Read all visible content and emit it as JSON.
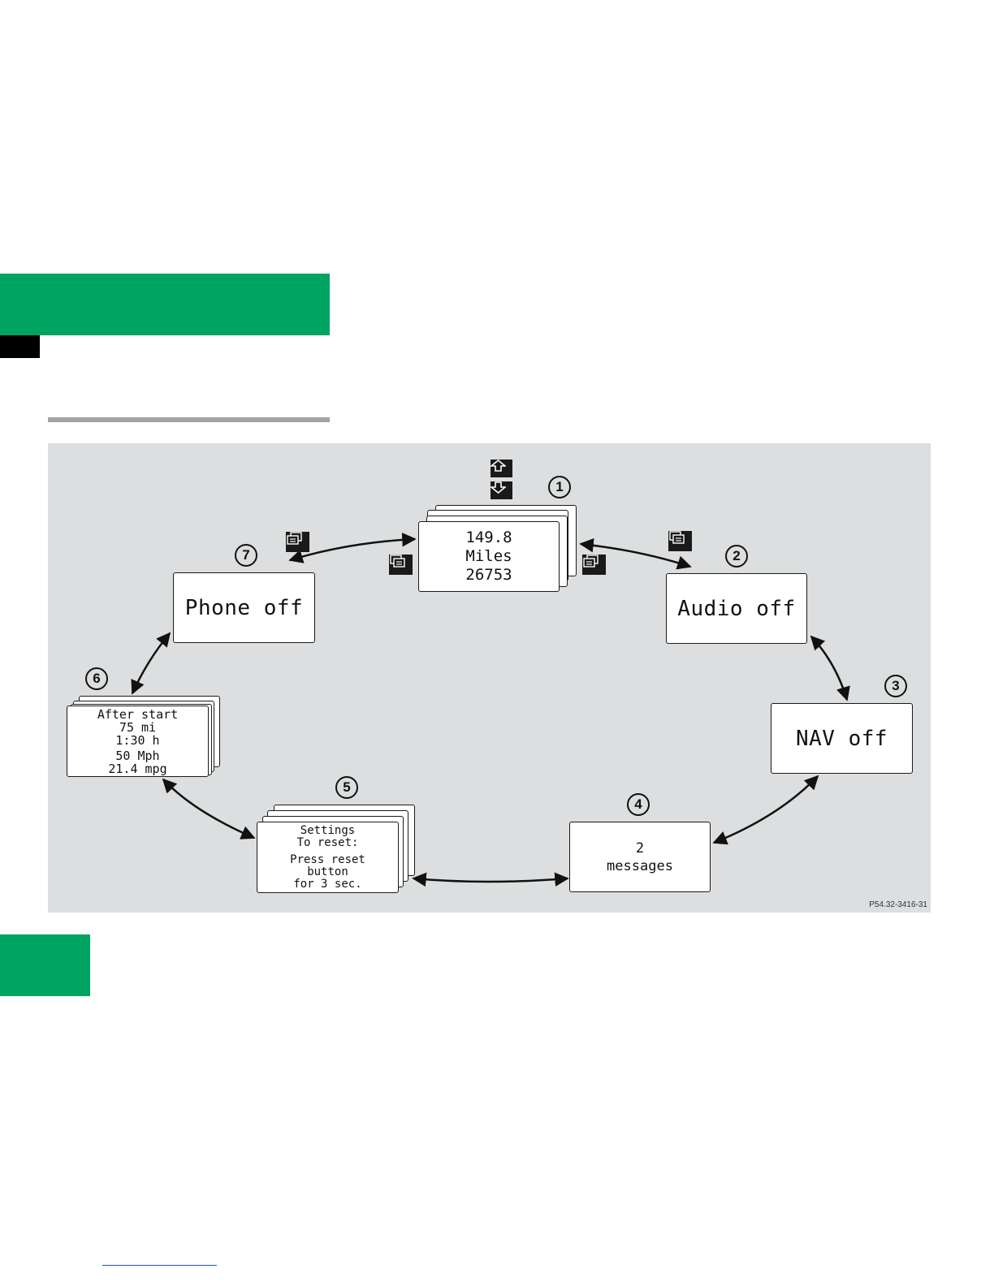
{
  "colors": {
    "brand_green": "#00a461",
    "figure_bg": "#dcdedf",
    "rule_grey": "#a3a3a3",
    "link_blue": "#2450b4"
  },
  "figure": {
    "code": "P54.32-3416-31",
    "displays": [
      {
        "callout": "1",
        "lines": [
          "149.8",
          "Miles",
          "26753"
        ]
      },
      {
        "callout": "2",
        "lines": [
          "Audio off"
        ]
      },
      {
        "callout": "3",
        "lines": [
          "NAV off"
        ]
      },
      {
        "callout": "4",
        "lines": [
          "2",
          "messages"
        ]
      },
      {
        "callout": "5",
        "lines": [
          "Settings",
          "To reset:",
          "",
          "Press reset",
          "button",
          "for 3 sec."
        ]
      },
      {
        "callout": "6",
        "lines": [
          "After start",
          "75 mi",
          "1:30 h",
          "50 Mph",
          "21.4 mpg"
        ]
      },
      {
        "callout": "7",
        "lines": [
          "Phone off"
        ]
      }
    ],
    "icons": {
      "up": "arrow-up-button-icon",
      "down": "arrow-down-button-icon",
      "next_display": "next-display-button-icon",
      "prev_display": "previous-display-button-icon"
    }
  }
}
